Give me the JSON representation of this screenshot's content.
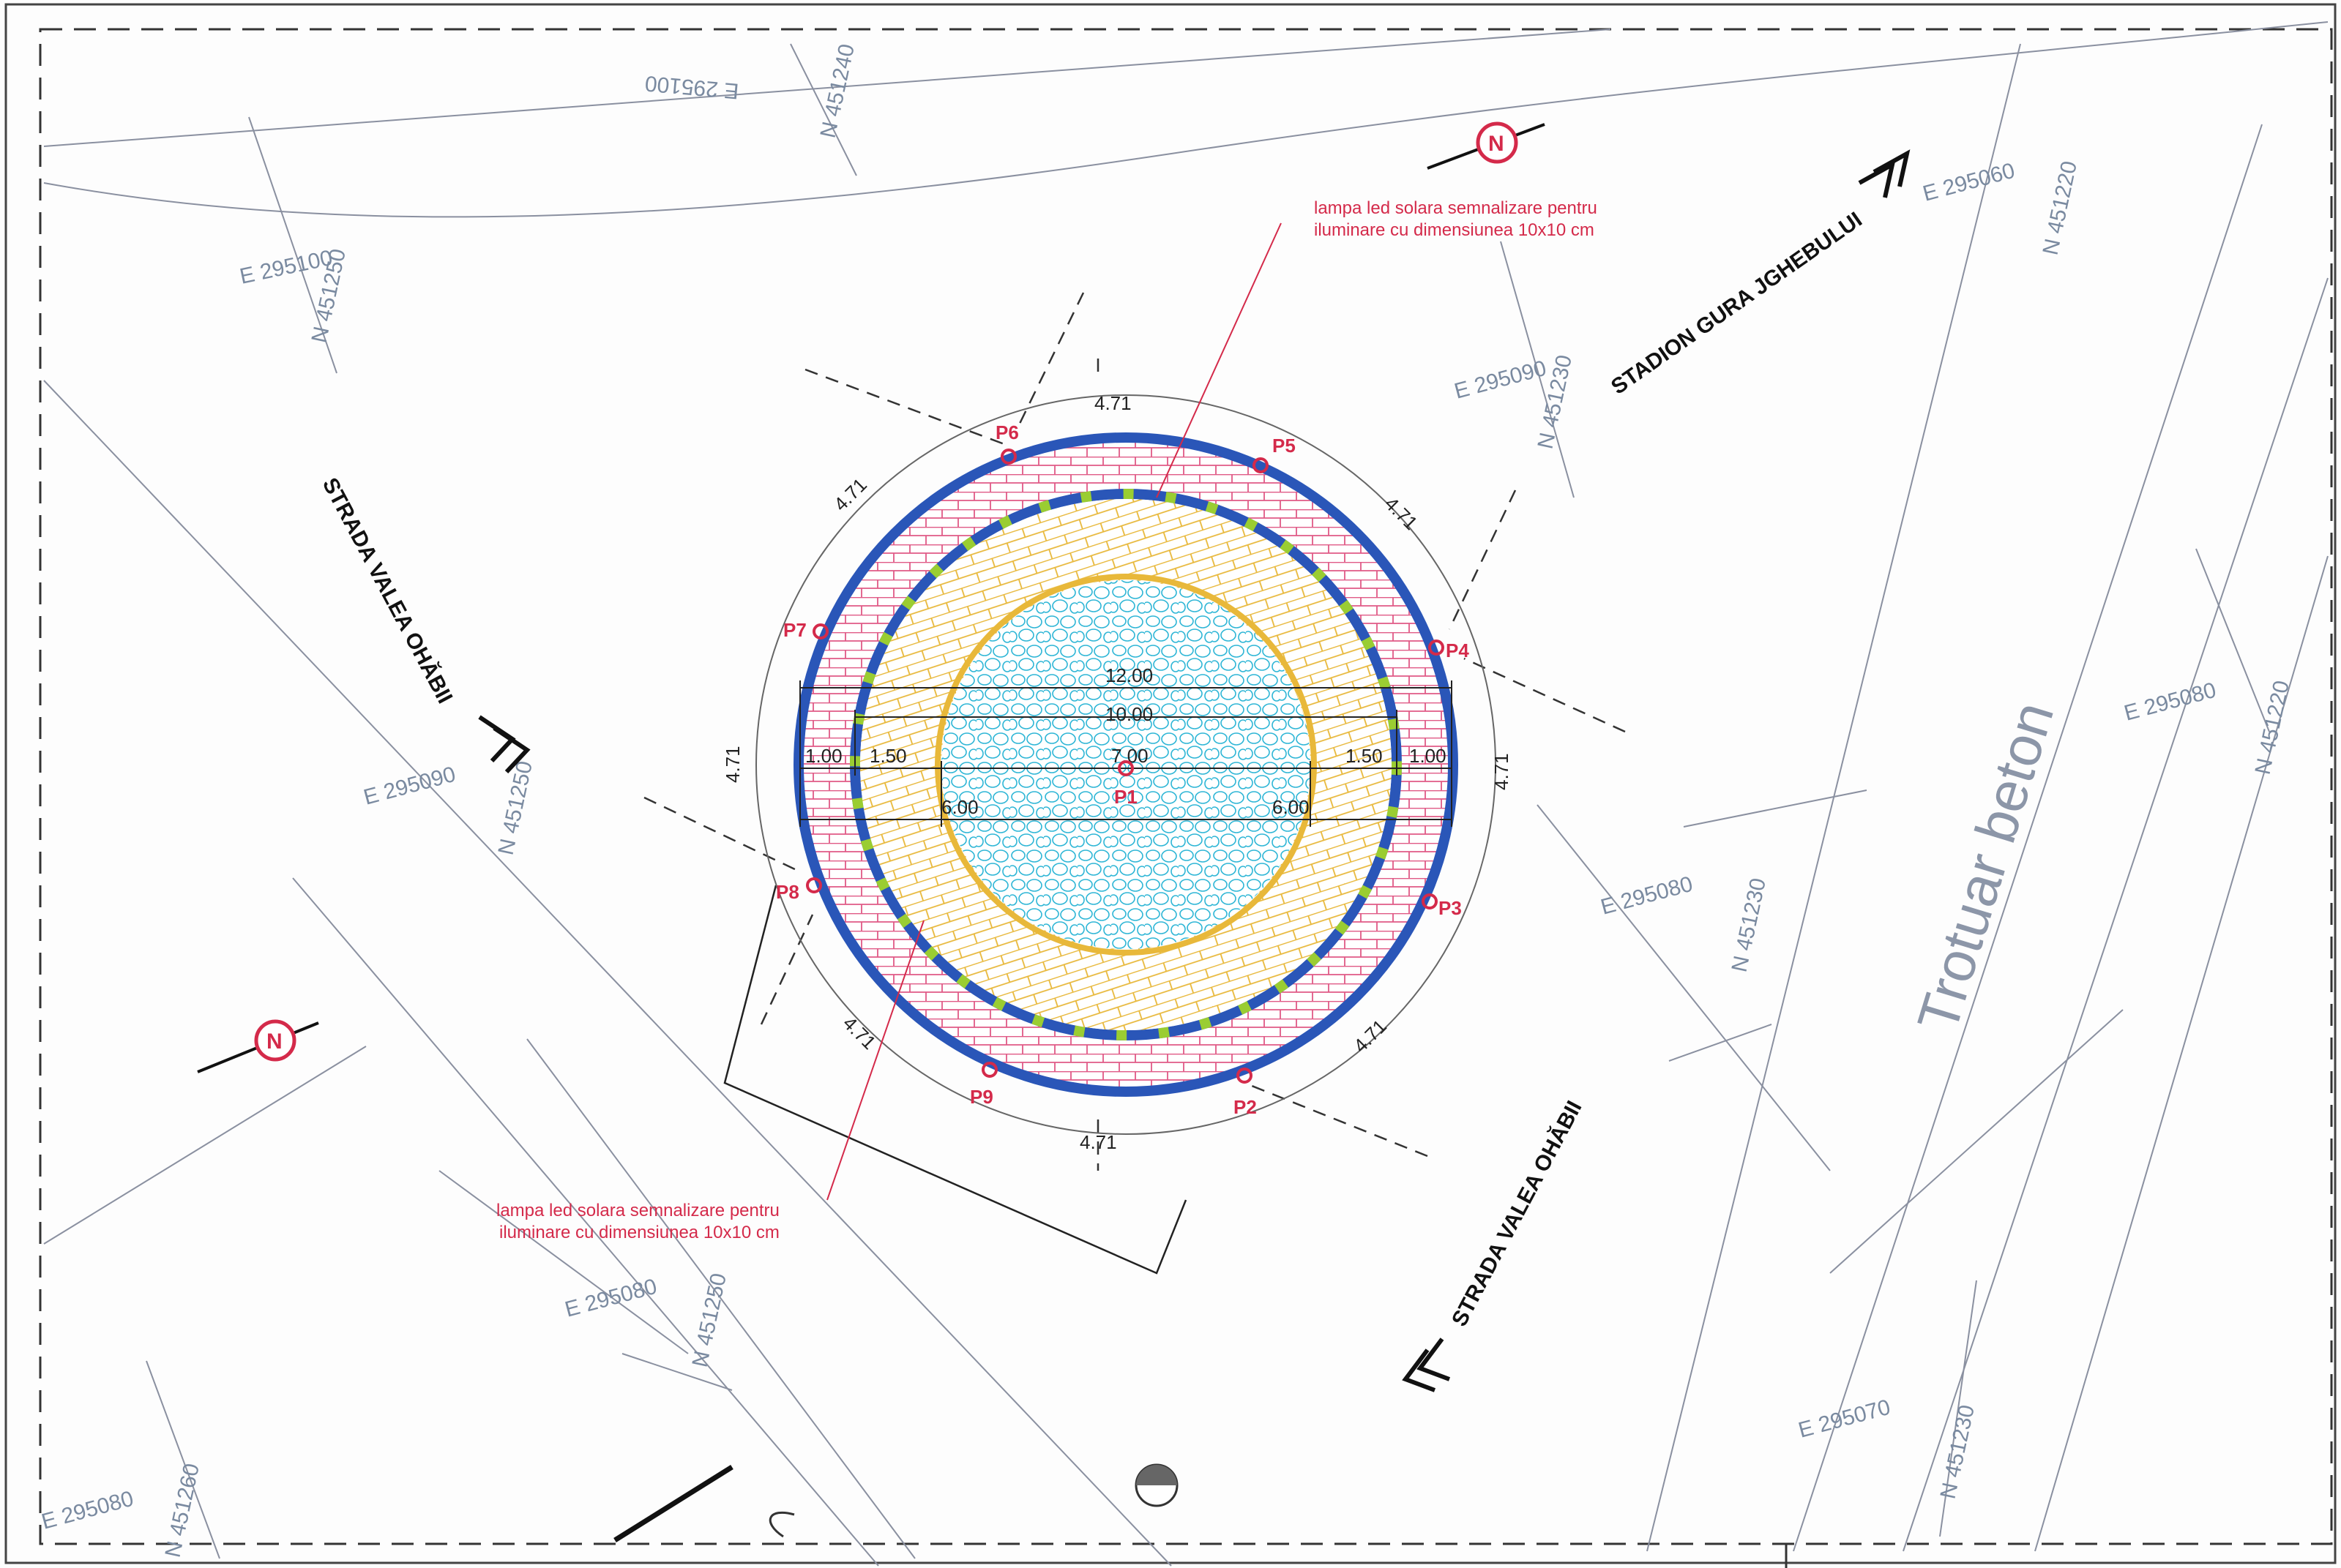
{
  "colors": {
    "outer_ring": "#2a56b8",
    "brick_pink": "#e05a86",
    "brick_yellow": "#e8b83a",
    "pebble_blue": "#2eb6d6",
    "lamp_green": "#9acd32",
    "marker_red": "#d42a4a"
  },
  "streets": {
    "left": "STRADA VALEA OHĂBII",
    "bottom": "STRADA VALEA OHĂBII",
    "top_right": "STADION GURA JGHEBULUI",
    "sidewalk": "Trotuar beton"
  },
  "north_symbol": "N",
  "notes": {
    "top": [
      "lampa led solara semnalizare pentru",
      "iluminare cu dimensiunea 10x10 cm"
    ],
    "bottom": [
      "lampa led solara semnalizare pentru",
      "iluminare cu dimensiunea 10x10 cm"
    ]
  },
  "arc_dims": [
    "4.71",
    "4.71",
    "4.71",
    "4.71",
    "4.71",
    "4.71",
    "4.71",
    "4.71"
  ],
  "dimensions": {
    "d12": "12.00",
    "d10": "10.00",
    "d7": "7.00",
    "left_1": "1.00",
    "left_15": "1.50",
    "right_15": "1.50",
    "right_1": "1.00",
    "r_left": "6.00",
    "r_right": "6.00"
  },
  "points": [
    "P1",
    "P2",
    "P3",
    "P4",
    "P5",
    "P6",
    "P7",
    "P8",
    "P9"
  ],
  "coords": {
    "e295100": "E 295100",
    "n451240": "N 451240",
    "e295100b": "E 295100",
    "n451250a": "N 451250",
    "e295090a": "E 295090",
    "n451230a": "N 451230",
    "e295080r": "E 295080",
    "n451220": "N 451220",
    "e295090l": "E 295090",
    "n451250l": "N 451250",
    "e295080m": "E 295080",
    "n451230m": "N 451230",
    "e295080bl": "E 295080",
    "n451250bl": "N 451250",
    "e295080ll": "E 295080",
    "n451260": "N 451260",
    "e295070": "E 295070",
    "n451230b": "N 451230",
    "e295060": "E 295060",
    "n451220t": "N 451220"
  }
}
